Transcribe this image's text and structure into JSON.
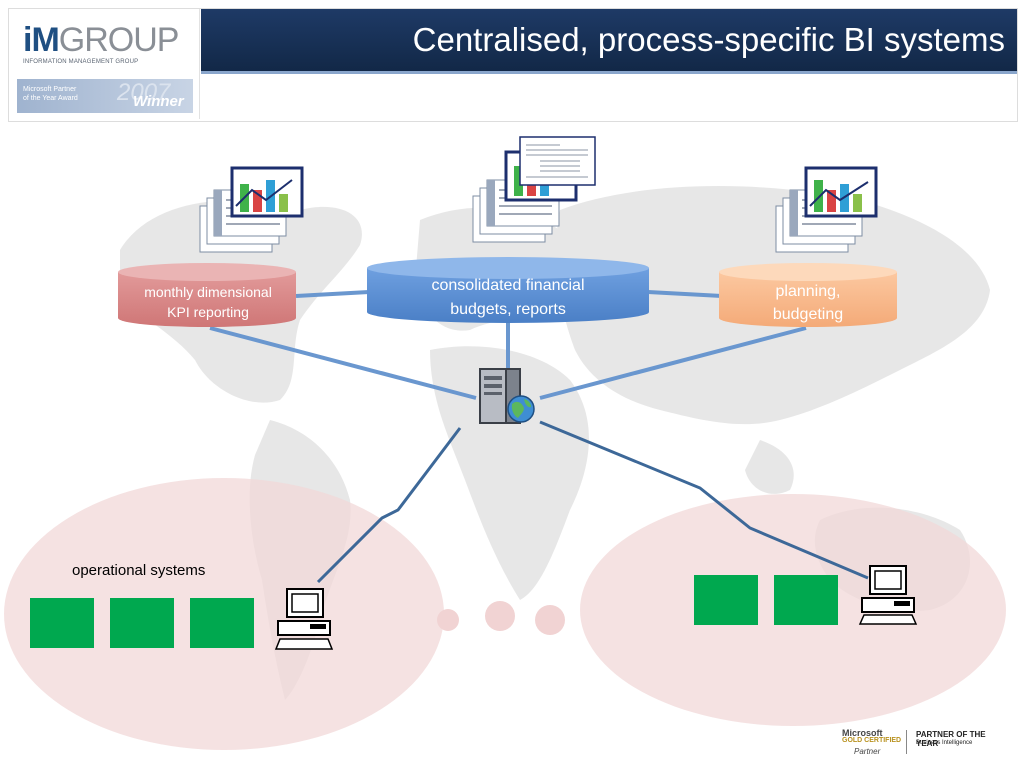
{
  "header": {
    "title": "Centralised, process-specific BI systems",
    "logo": {
      "im": "iM",
      "group": "GROUP",
      "tagline": "INFORMATION MANAGEMENT GROUP"
    },
    "award": {
      "line1": "Microsoft Partner",
      "line2": "of the Year Award",
      "year": "2007",
      "winner": "Winner"
    }
  },
  "diagram": {
    "databases": [
      {
        "id": "left",
        "label_lines": [
          "monthly dimensional",
          "KPI reporting"
        ],
        "color": "#d88585",
        "text_color": "#ffffff"
      },
      {
        "id": "center",
        "label_lines": [
          "consolidated financial",
          "budgets, reports"
        ],
        "color": "#5b8fd6",
        "text_color": "#ffffff"
      },
      {
        "id": "right",
        "label_lines": [
          "planning,",
          "budgeting"
        ],
        "color": "#f9b98a",
        "text_color": "#ffffff"
      }
    ],
    "operational_label": "operational systems",
    "colors": {
      "link": "#6a97cf",
      "wan_link": "#3d6898",
      "ops_box": "#00a84f",
      "region": "#f5dcdc",
      "map": "#dcdcdc"
    }
  },
  "footer": {
    "microsoft": "Microsoft",
    "gold": "GOLD CERTIFIED",
    "partner": "Partner",
    "poty": "PARTNER OF THE YEAR",
    "bi": "Business Intelligence"
  }
}
